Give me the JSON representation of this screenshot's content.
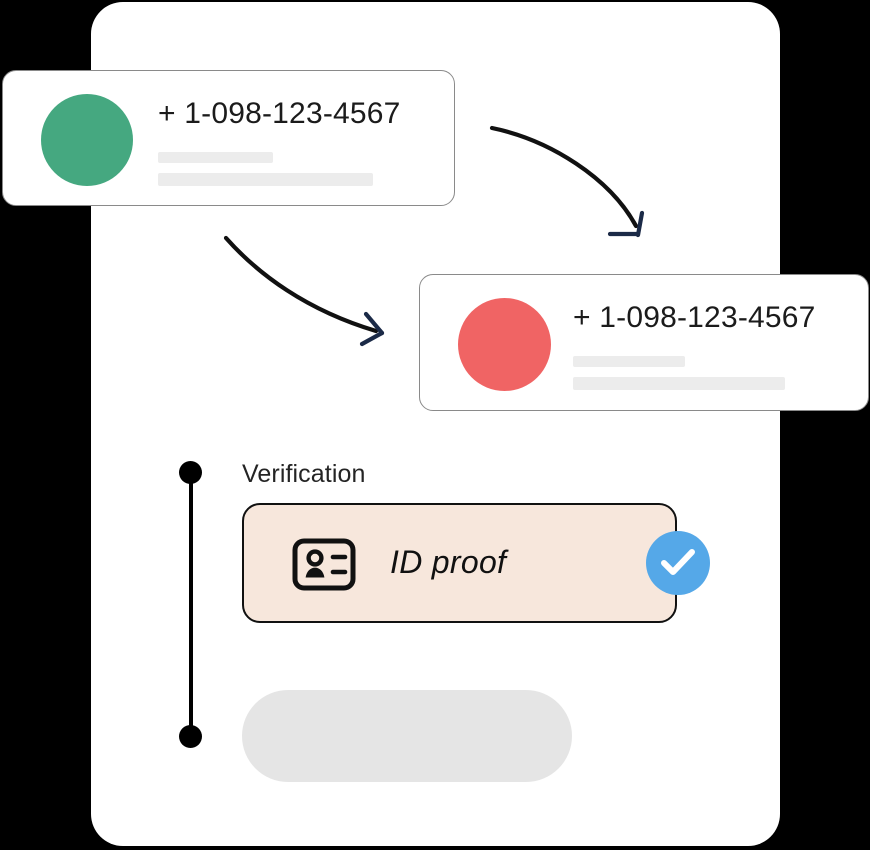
{
  "panel": {
    "background_color": "#ffffff",
    "canvas_color": "#000000"
  },
  "cards": [
    {
      "id": "contact-card-green",
      "phone": "+ 1-098-123-4567",
      "avatar_color": "#45a880",
      "avatar_icon": "avatar-circle",
      "placeholder_bars": 2
    },
    {
      "id": "contact-card-red",
      "phone": "+ 1-098-123-4567",
      "avatar_color": "#f06464",
      "avatar_icon": "avatar-circle",
      "placeholder_bars": 2
    }
  ],
  "arrows": [
    {
      "id": "arrow-top-right",
      "head_color": "#1b2a47",
      "stroke_color": "#111111"
    },
    {
      "id": "arrow-bottom-left",
      "head_color": "#1b2a47",
      "stroke_color": "#111111"
    }
  ],
  "verification": {
    "label": "Verification",
    "item": {
      "label": "ID proof",
      "icon": "id-card-icon",
      "background_color": "#f7e7dc",
      "border_color": "#111111",
      "status": {
        "icon": "check-icon",
        "color": "#55a8e8",
        "state": "verified"
      }
    }
  },
  "timeline": {
    "dot_color": "#000000",
    "line_color": "#000000",
    "dots": [
      "timeline-dot-top",
      "timeline-dot-bottom"
    ]
  },
  "bottom_placeholder": {
    "id": "pill-placeholder",
    "color": "#e5e5e5"
  }
}
